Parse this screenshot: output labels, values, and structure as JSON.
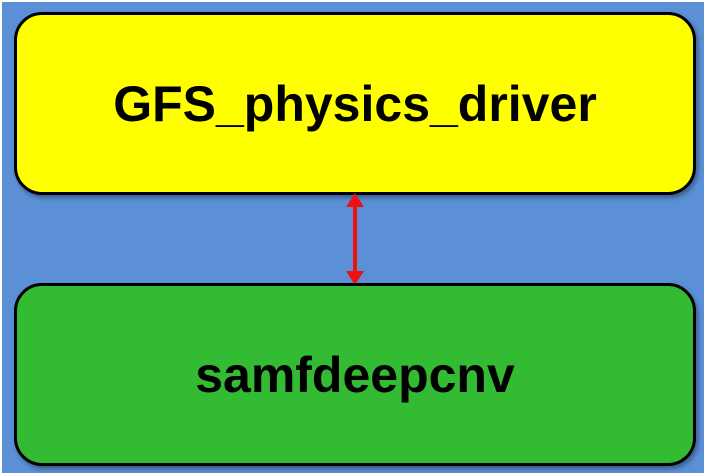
{
  "diagram": {
    "background_color": "#5b8fd6",
    "nodes": [
      {
        "id": "top",
        "label": "GFS_physics_driver",
        "color": "#ffff00"
      },
      {
        "id": "bottom",
        "label": "samfdeepcnv",
        "color": "#33bb33"
      }
    ],
    "connector": {
      "from": "GFS_physics_driver",
      "to": "samfdeepcnv",
      "direction": "bidirectional",
      "color": "#ee1111"
    }
  }
}
